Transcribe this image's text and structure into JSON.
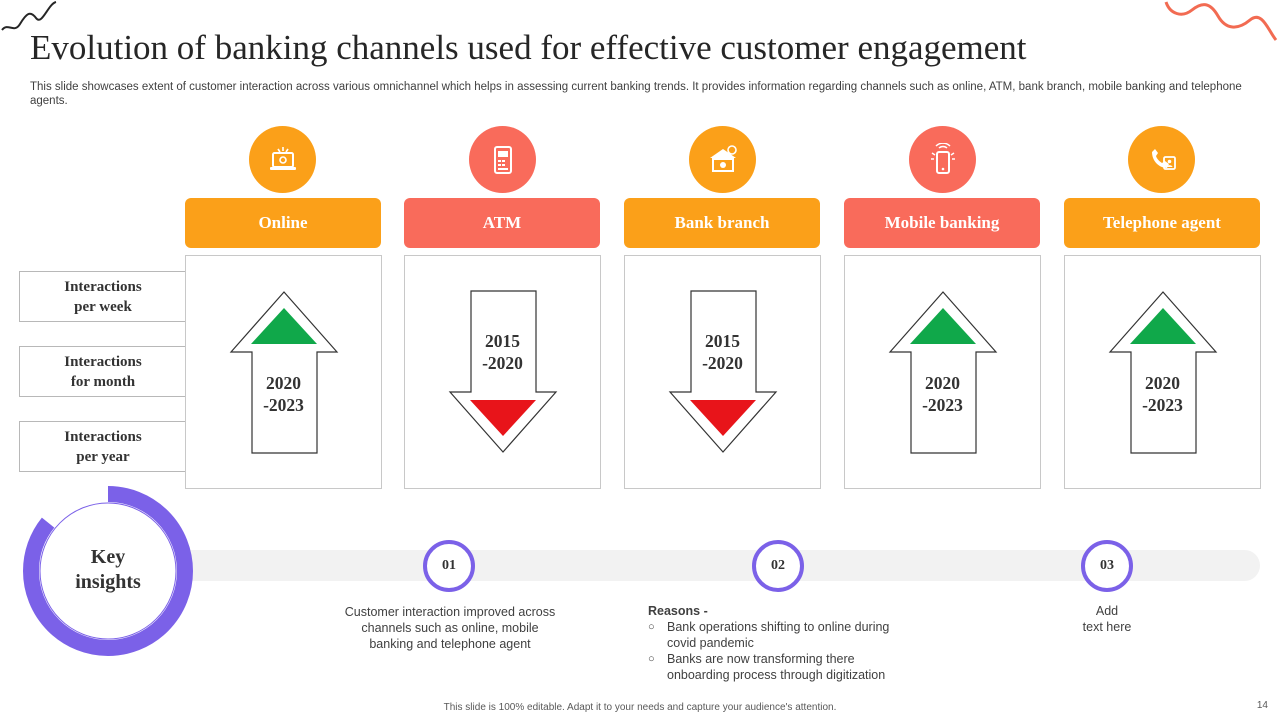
{
  "title": "Evolution of banking channels used for effective customer engagement",
  "subtitle": "This slide showcases extent of customer interaction across various omnichannel which helps in assessing current banking trends. It provides information regarding channels such as online, ATM,  bank branch, mobile banking and telephone agents.",
  "colors": {
    "orange": "#fba019",
    "coral": "#f96b5b",
    "purple": "#7b61e8",
    "up": "#10a84a",
    "down": "#e8141a"
  },
  "row_labels": [
    {
      "line1": "Interactions",
      "line2": "per week"
    },
    {
      "line1": "Interactions",
      "line2": "for month"
    },
    {
      "line1": "Interactions",
      "line2": "per year"
    }
  ],
  "channels": [
    {
      "name": "Online",
      "icon": "laptop-icon",
      "trend": "up",
      "period_line1": "2020",
      "period_line2": "-2023"
    },
    {
      "name": "ATM",
      "icon": "atm-icon",
      "trend": "down",
      "period_line1": "2015",
      "period_line2": "-2020"
    },
    {
      "name": "Bank branch",
      "icon": "bank-icon",
      "trend": "down",
      "period_line1": "2015",
      "period_line2": "-2020"
    },
    {
      "name": "Mobile banking",
      "icon": "mobile-icon",
      "trend": "up",
      "period_line1": "2020",
      "period_line2": "-2023"
    },
    {
      "name": "Telephone agent",
      "icon": "telephone-icon",
      "trend": "up",
      "period_line1": "2020",
      "period_line2": "-2023"
    }
  ],
  "key_insights": {
    "label_line1": "Key",
    "label_line2": "insights",
    "points": [
      {
        "number": "01",
        "lines": [
          "Customer interaction improved  across",
          "channels such as online, mobile",
          "banking and telephone agent"
        ]
      },
      {
        "number": "02",
        "title": "Reasons -",
        "bullets": [
          [
            "Bank operations shifting to online during",
            "covid pandemic"
          ],
          [
            "Banks are now transforming there",
            "onboarding  process through digitization"
          ]
        ]
      },
      {
        "number": "03",
        "lines": [
          "Add",
          "text here"
        ]
      }
    ]
  },
  "footer": "This slide is 100% editable. Adapt it to your needs and capture your audience's attention.",
  "page_number": "14"
}
